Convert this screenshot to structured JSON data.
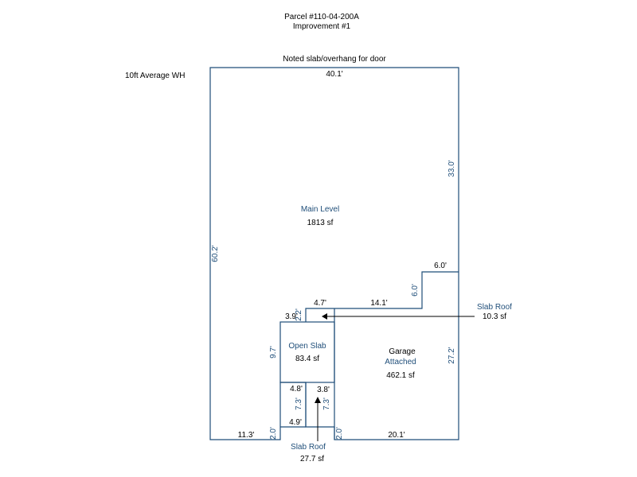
{
  "header": {
    "parcel": "Parcel #110-04-200A",
    "improvement": "Improvement #1"
  },
  "notes": {
    "slab_overhang": "Noted slab/overhang for door",
    "wall_height": "10ft Average WH"
  },
  "areas": {
    "main_level": {
      "name": "Main Level",
      "area": "1813 sf"
    },
    "open_slab": {
      "name": "Open Slab",
      "area": "83.4 sf"
    },
    "garage": {
      "name": "Garage",
      "type": "Attached",
      "area": "462.1 sf"
    },
    "slab_roof_right": {
      "name": "Slab Roof",
      "area": "10.3 sf"
    },
    "slab_roof_bottom": {
      "name": "Slab Roof",
      "area": "27.7 sf"
    }
  },
  "dimensions": {
    "top": "40.1'",
    "left": "60.2'",
    "right_upper": "33.0'",
    "right_lower": "27.2'",
    "notch_top": "6.0'",
    "notch_side": "6.0'",
    "garage_top": "14.1'",
    "stub_top": "4.7'",
    "small_left": "3.9'",
    "small_vertical": "2.2'",
    "slab_left": "9.7'",
    "slab_bottom": "4.8'",
    "walkway_bottom": "3.8'",
    "walkway_left": "7.3'",
    "walkway_right": "7.3'",
    "step_top": "4.9'",
    "bottom_left": "11.3'",
    "bottom_right": "20.1'",
    "step_left": "2.0'",
    "step_right": "2.0'"
  },
  "colors": {
    "lines": "#1f4e79",
    "labels": "#000000"
  }
}
